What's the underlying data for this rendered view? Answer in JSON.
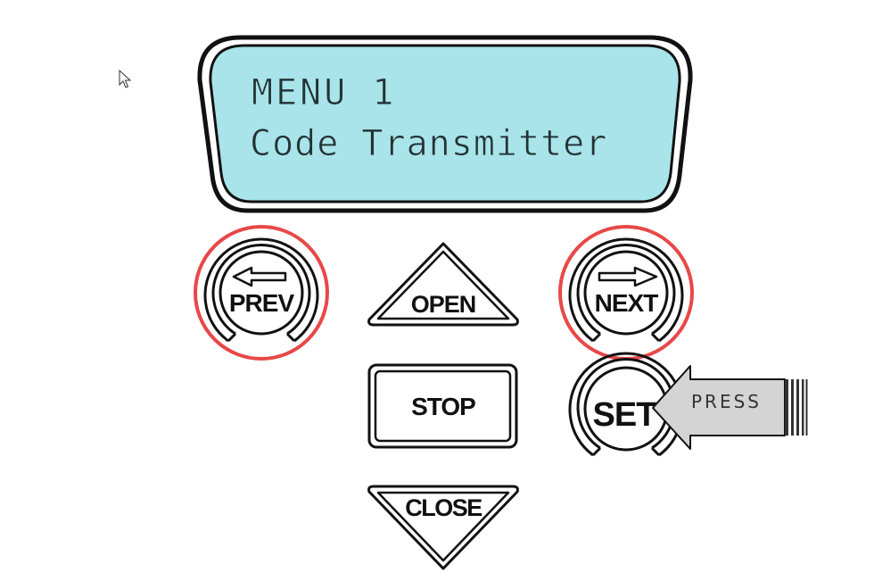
{
  "lcd": {
    "line1": "MENU 1",
    "line2": "Code Transmitter",
    "background_color": "#a8e4ea"
  },
  "buttons": {
    "prev": {
      "label": "PREV",
      "arrow": "left-arrow-icon"
    },
    "open": {
      "label": "OPEN"
    },
    "next": {
      "label": "NEXT",
      "arrow": "right-arrow-icon"
    },
    "stop": {
      "label": "STOP"
    },
    "set": {
      "label": "SET"
    },
    "close": {
      "label": "CLOSE"
    }
  },
  "callout": {
    "label": "PRESS"
  },
  "highlight_color": "#e84848",
  "cursor": "mouse-pointer-icon"
}
